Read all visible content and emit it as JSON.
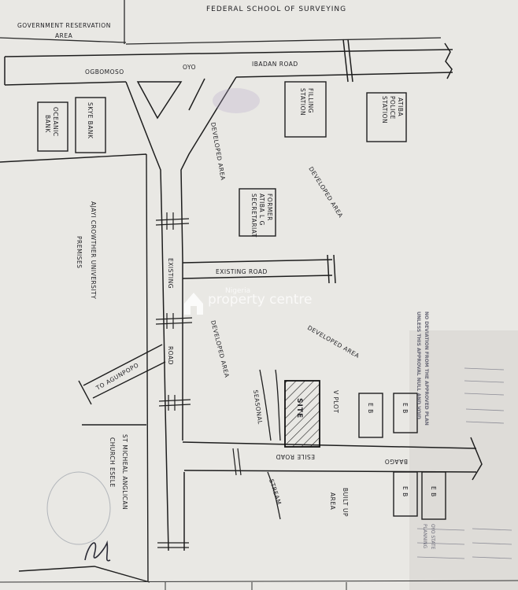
{
  "map": {
    "school": "FEDERAL SCHOOL OF SURVEYING",
    "gov_line1": "GOVERNMENT RESERVATION",
    "gov_line2": "AREA",
    "road_main": [
      "OGBOMOSO",
      "OYO",
      "IBADAN ROAD"
    ],
    "filling_station": [
      "FILLING",
      "STATION"
    ],
    "police": [
      "ATIBA",
      "POLICE",
      "STATION"
    ],
    "skye_bank": [
      "SKYE BANK"
    ],
    "oceanic_bank": [
      "OCEANIC",
      "BANK"
    ],
    "developed_area": "DEVELOPED AREA",
    "secretariat": [
      "FORMER",
      "ATIBA L G",
      "SECRETARIAT"
    ],
    "university": [
      "AJAYI CROWTHER UNIVERSITY",
      "PREMISES"
    ],
    "existing_road": "EXISTING ROAD",
    "existing_vertical": "EXISTING",
    "road_word": "ROAD",
    "to_agunpopo": "TO AGUNPOPO",
    "site": "SITE",
    "v_plot": "V PLOT",
    "seasonal": "SEASONAL",
    "stream": "STREAM",
    "esele_road": "ESILE ROAD",
    "baago": "BAAGO",
    "eb": "E B",
    "built_up": [
      "BUILT UP",
      "AREA"
    ],
    "church": [
      "ST MICHEAL ANGLICAN",
      "CHURCH ESELE"
    ],
    "deviation_note": [
      "NO DEVIATION FROM THE APPROVED PLAN",
      "UNLESS THIS APPROVAL NULL AND VOID"
    ],
    "watermark": [
      "Nigeria",
      "property centre"
    ],
    "margin_notes": [
      "OYO STATE",
      "PLANNING"
    ]
  }
}
